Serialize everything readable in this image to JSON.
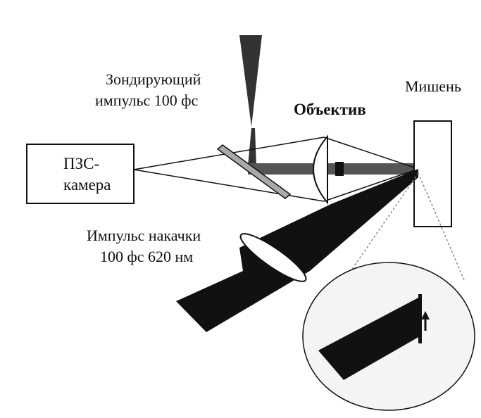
{
  "labels": {
    "camera_line1": "ПЗС-",
    "camera_line2": "камера",
    "probe_line1": "Зондирующий",
    "probe_line2": "импульс 100 фс",
    "objective": "Объектив",
    "target": "Мишень",
    "pump_line1": "Импульс накачки",
    "pump_line2": "100 фс 620 нм"
  },
  "colors": {
    "ink": "#111111",
    "beam_gray": "#555555",
    "dark_gray": "#333333",
    "zoom_fill": "#f4f4f4",
    "dotted": "#888888"
  }
}
